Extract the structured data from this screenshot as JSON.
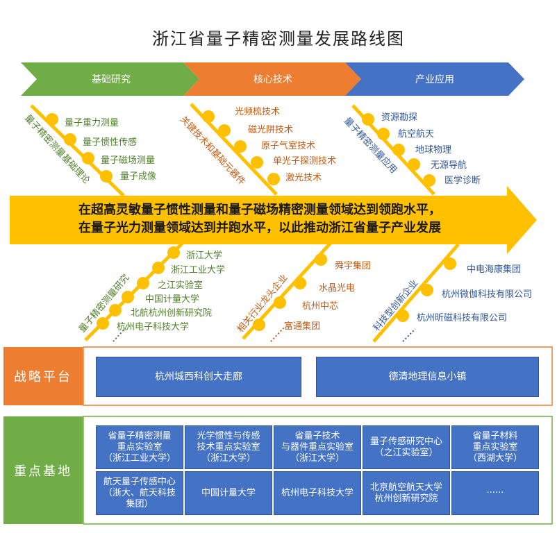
{
  "title": "浙江省量子精密测量发展路线图",
  "phases": [
    "基础研究",
    "核心技术",
    "产业应用"
  ],
  "branches": {
    "basic_top": {
      "name": "量子精密测量基础理论",
      "items": [
        "量子重力测量",
        "量子惯性传感",
        "量子磁场测量",
        "量子成像"
      ]
    },
    "core_top": {
      "name": "关键技术和基础元器件",
      "items": [
        "光频梳技术",
        "磁光阱技术",
        "原子气室技术",
        "单光子探测技术",
        "激光技术"
      ]
    },
    "app_top": {
      "name": "量子精密测量应用",
      "items": [
        "资源勘探",
        "航空航天",
        "地球物理",
        "无源导航",
        "医学诊断"
      ]
    },
    "basic_bottom": {
      "name": "量子精密测量研究",
      "items": [
        "浙江大学",
        "浙江工业大学",
        "之江实验室",
        "中国计量大学",
        "北航杭州创新研究院",
        "杭州电子科技大学"
      ]
    },
    "core_bottom": {
      "name": "相关行业龙头企业",
      "items": [
        "舜宇集团",
        "水晶光电",
        "杭州中芯",
        "富通集团"
      ]
    },
    "app_bottom": {
      "name": "科技型创新企业",
      "items": [
        "中电海康集团",
        "杭州微伽科技有限公司",
        "杭州昕磁科技有限公司"
      ]
    }
  },
  "banner": {
    "line1": "在超高灵敏量子惯性测量和量子磁场精密测量领域达到领跑水平，",
    "line2": "在量子光力测量领域达到并跑水平，以此推动浙江省量子产业发展"
  },
  "strategic": {
    "label": "战略平台",
    "items": [
      "杭州城西科创大走廊",
      "德清地理信息小镇"
    ]
  },
  "bases": {
    "label": "重点基地",
    "items": [
      "省量子精密测量\n重点实验室\n（浙江工业大学）",
      "光学惯性与传感\n技术重点实验室\n（浙江大学）",
      "省量子技术\n与器件重点实验室\n（浙江大学）",
      "量子传感研究中心\n（之江实验室）",
      "省量子材料\n重点实验室\n（西湖大学）",
      "航天量子传感中心\n（浙大、航天科技\n集团）",
      "中国计量大学",
      "杭州电子科技大学",
      "北京航空航天大学\n杭州创新研究院",
      "······"
    ]
  },
  "colors": {
    "green": "#70ad47",
    "orange": "#ed7d31",
    "blue": "#4472c4",
    "gold": "#ffc000",
    "stage_blue": "#4472c4"
  }
}
